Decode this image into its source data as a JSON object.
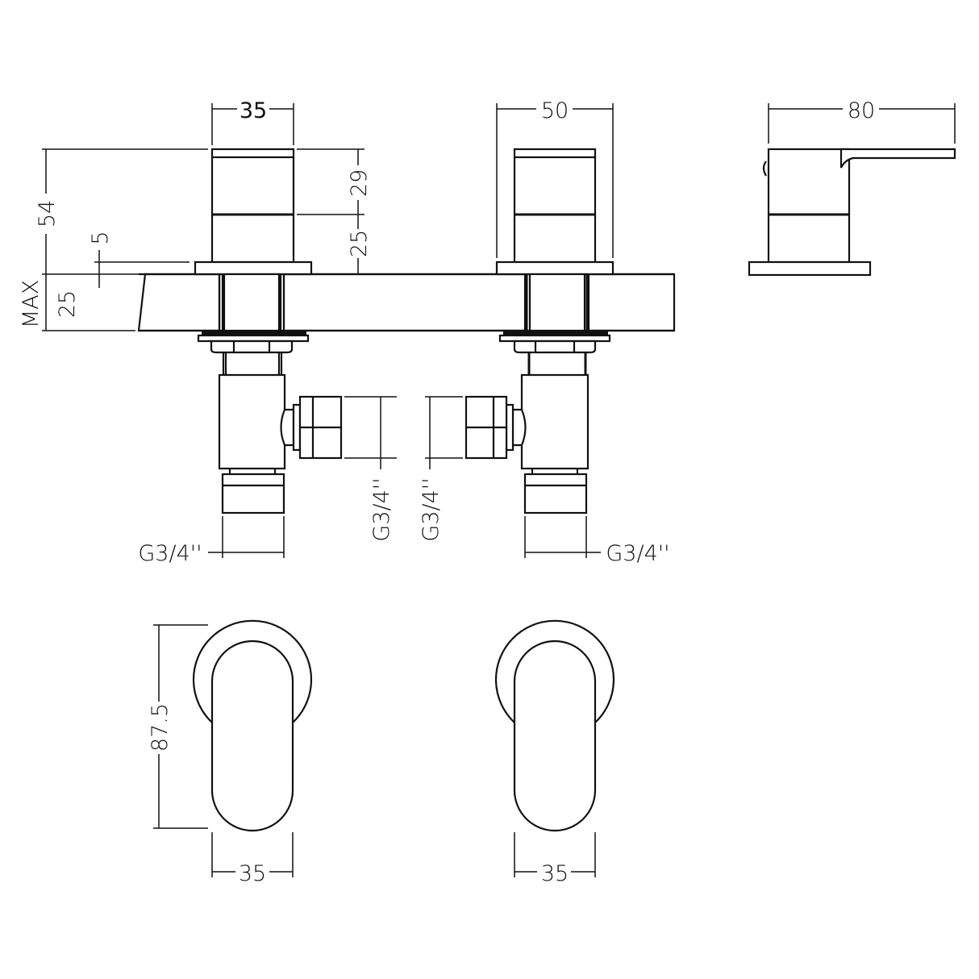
{
  "drawing": {
    "title": "Deck mounted valve set - dimension drawing",
    "colors": {
      "line": "#111111",
      "background": "#ffffff"
    },
    "front_view_left": {
      "width_label": "35",
      "height_total_label": "54",
      "handle_upper_label": "29",
      "handle_lower_label": "25",
      "flange_label": "5",
      "deck_max_prefix": "MAX",
      "deck_max_label": "25",
      "inlet_bottom_label": "G3/4''",
      "inlet_side_label": "G3/4''"
    },
    "front_view_right": {
      "width_label": "50",
      "inlet_bottom_label": "G3/4''",
      "inlet_side_label": "G3/4''"
    },
    "side_view": {
      "depth_label": "80"
    },
    "top_view_left": {
      "height_label": "87.5",
      "width_label": "35"
    },
    "top_view_right": {
      "width_label": "35"
    }
  }
}
